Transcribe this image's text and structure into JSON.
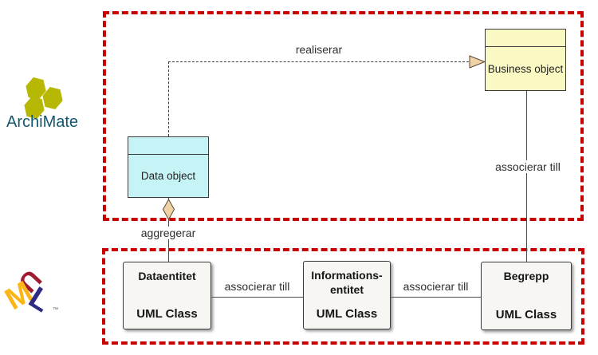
{
  "diagram": {
    "archimate_logo": {
      "label": "ArchiMate"
    },
    "uml_logo": {
      "u": "U",
      "m": "M",
      "l": "L",
      "tm": "™"
    },
    "archimate_section": {
      "data_object": {
        "label": "Data object"
      },
      "business_object": {
        "label": "Business object"
      },
      "realization_label": "realiserar",
      "association_label": "associerar till",
      "aggregation_label": "aggregerar"
    },
    "uml_section": {
      "class1": {
        "title": "Dataentitet",
        "type": "UML Class"
      },
      "class2": {
        "title": "Informations-\nentitet",
        "type": "UML Class"
      },
      "class3": {
        "title": "Begrepp",
        "type": "UML Class"
      },
      "association1_label": "associerar till",
      "association2_label": "associerar till"
    },
    "colors": {
      "frame_red": "#c80000",
      "data_object_fill": "#c6f3f5",
      "business_object_fill": "#fbf9c3",
      "arrowhead_fill": "#efd3a7",
      "arrowhead_stroke": "#5a4632",
      "archimate_hex": "#b6b803",
      "archimate_text": "#14586e",
      "uml_u_color": "#9e1b32",
      "uml_m_color": "#fcb514",
      "uml_l_color": "#2e2b80"
    }
  }
}
